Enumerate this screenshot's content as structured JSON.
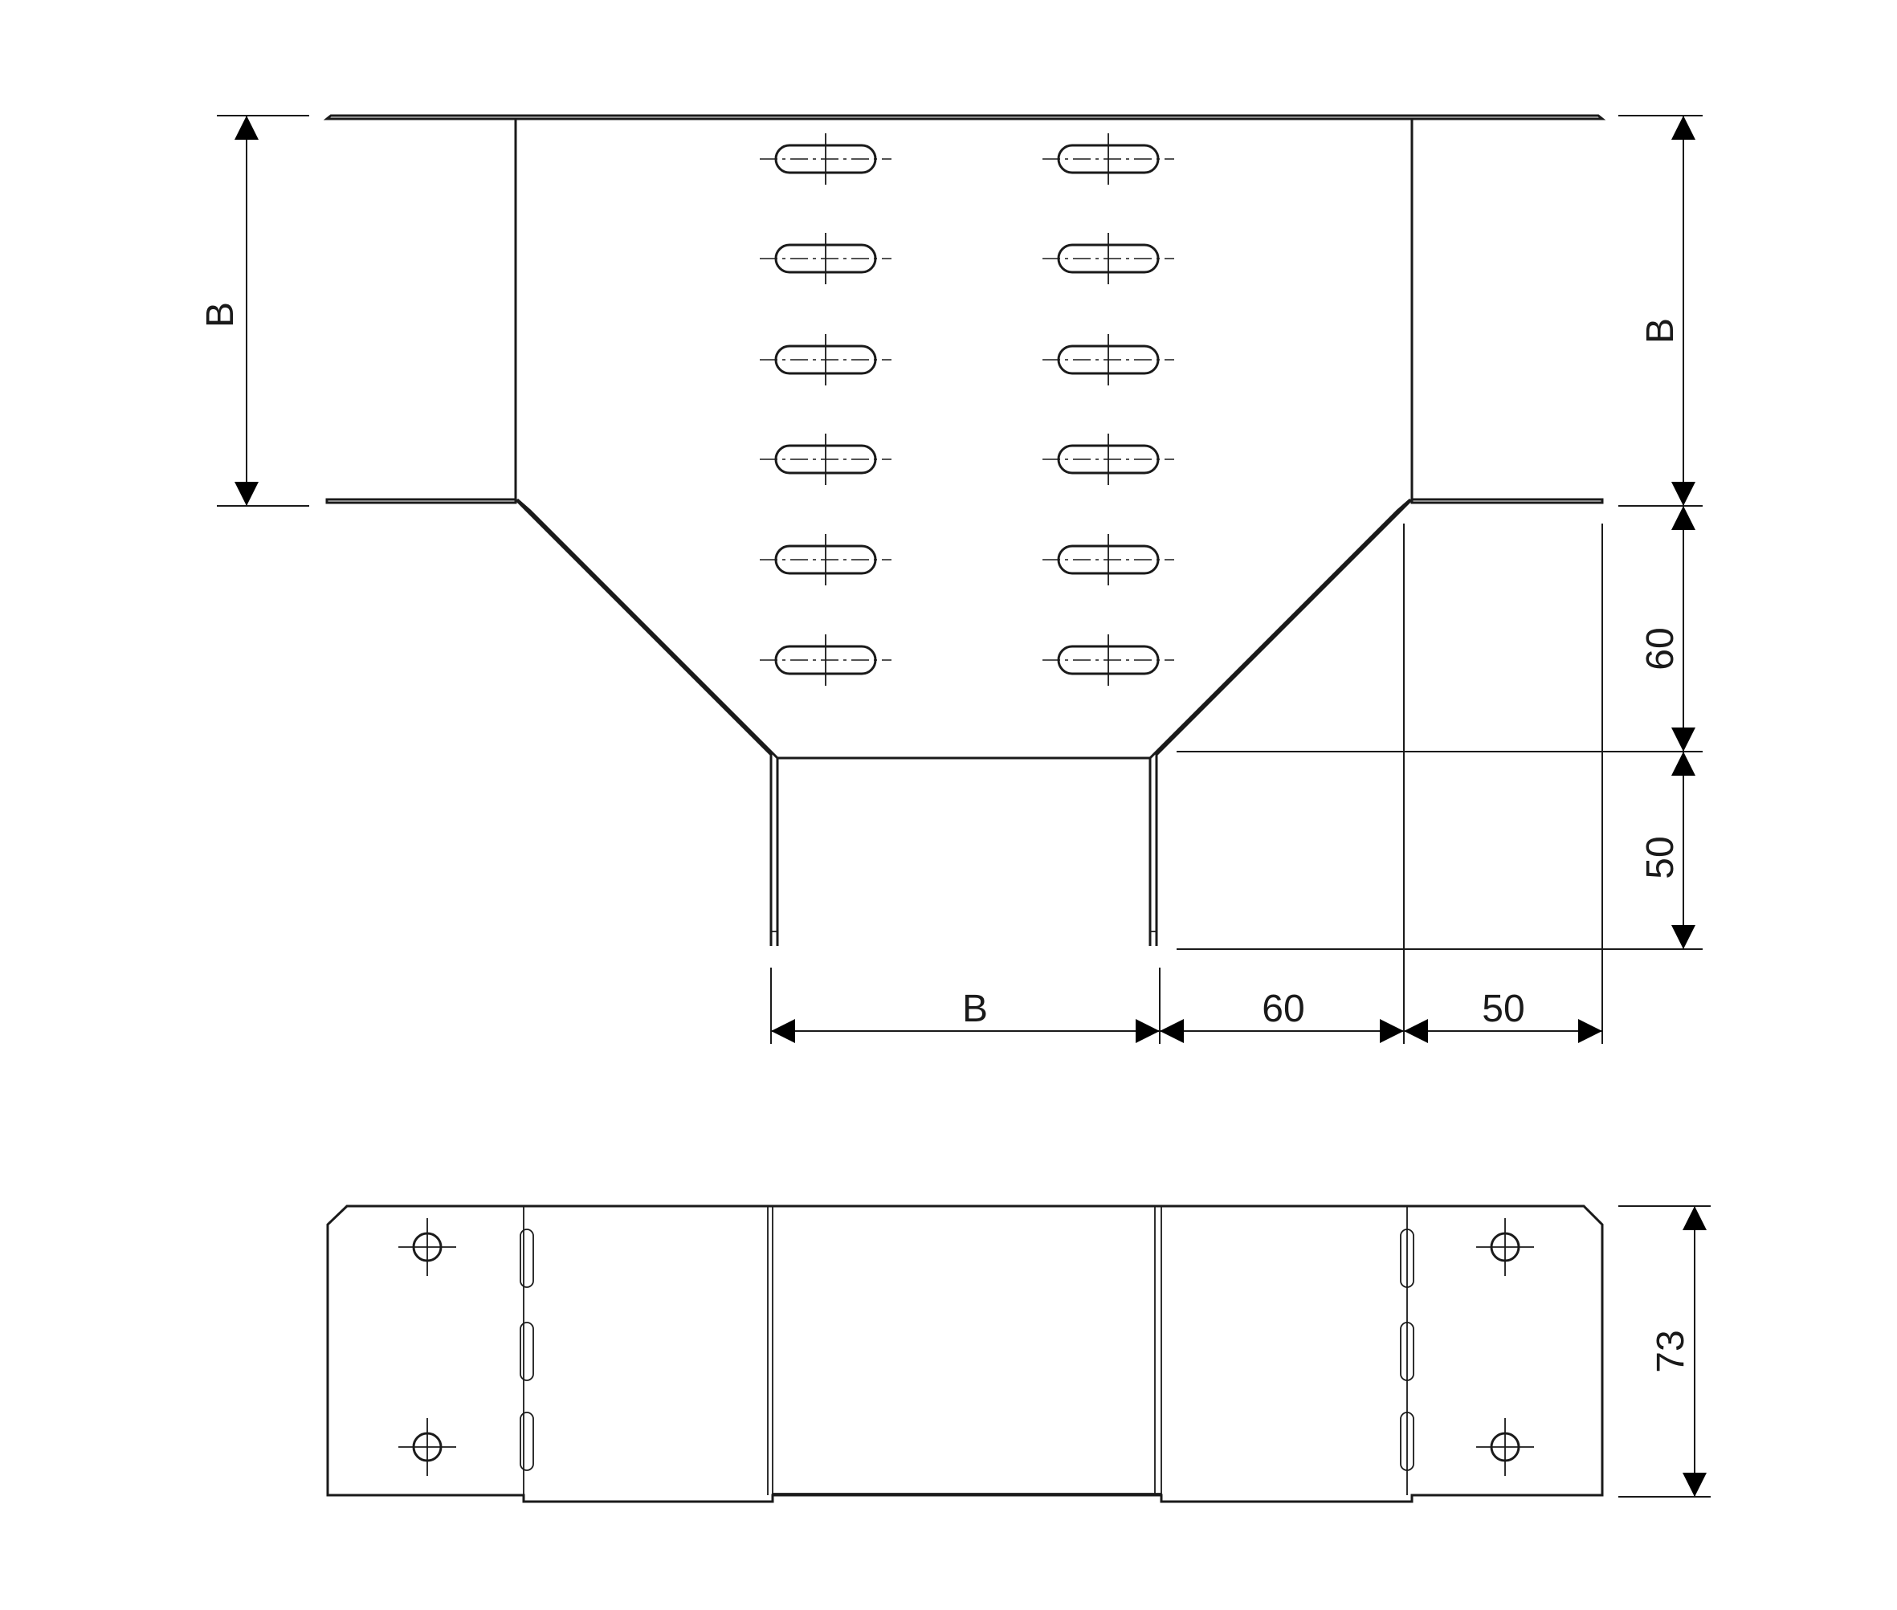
{
  "top_view": {
    "dim_b_left": "B",
    "dim_b_right": "B",
    "dim_60_vertical": "60",
    "dim_50_vertical": "50",
    "dim_b_bottom": "B",
    "dim_60_horizontal": "60",
    "dim_50_horizontal": "50"
  },
  "side_view": {
    "dim_height": "73"
  }
}
